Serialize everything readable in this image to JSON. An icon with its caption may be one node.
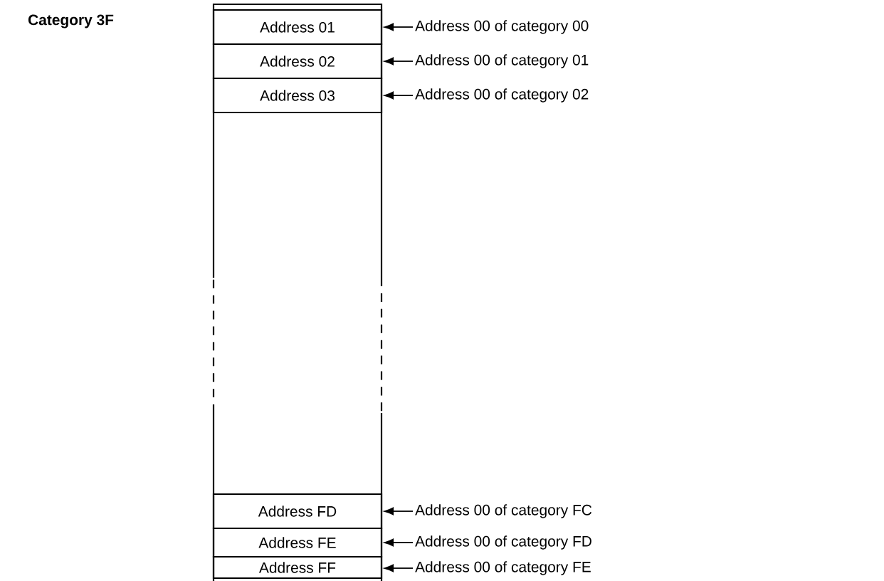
{
  "diagram": {
    "nodes": [
      {
        "text": [
          "Category 3F"
        ]
      },
      {
        "text": [
          "Address 01"
        ],
        "in": 0
      },
      {
        "text": [
          "Address 02"
        ],
        "in": 0
      },
      {
        "text": [
          "Address 03"
        ],
        "in": 0
      },
      {
        "text": [
          "Address FD"
        ],
        "in": 0
      },
      {
        "text": [
          "Address FE"
        ],
        "in": 0
      },
      {
        "text": [
          "Address FF"
        ],
        "in": 0
      },
      {
        "text": [
          "Address 00 of category 00"
        ]
      },
      {
        "text": [
          "Address 00 of category 01"
        ]
      },
      {
        "text": [
          "Address 00 of category 02"
        ]
      },
      {
        "text": [
          "Address 00 of category FC"
        ]
      },
      {
        "text": [
          "Address 00 of category FD"
        ]
      },
      {
        "text": [
          "Address 00 of category FE"
        ]
      }
    ],
    "edges": [
      {
        "from": 7,
        "to": 1,
        "arrow": "to"
      },
      {
        "from": 8,
        "to": 2,
        "arrow": "to"
      },
      {
        "from": 9,
        "to": 3,
        "arrow": "to"
      },
      {
        "from": 10,
        "to": 4,
        "arrow": "to"
      },
      {
        "from": 11,
        "to": 5,
        "arrow": "to"
      },
      {
        "from": 12,
        "to": 6,
        "arrow": "to"
      }
    ]
  }
}
